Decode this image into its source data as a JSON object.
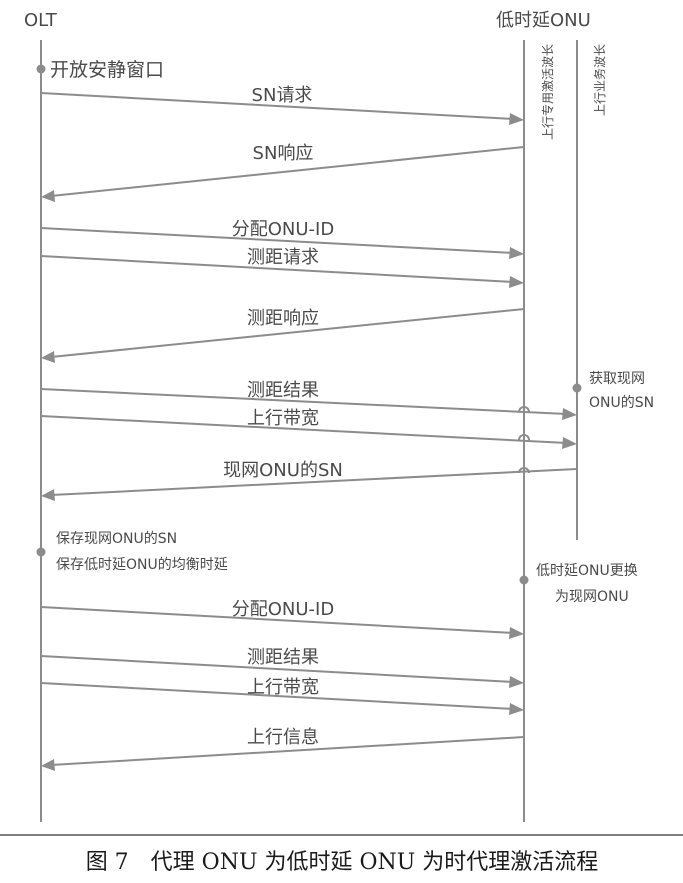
{
  "participants": {
    "olt": "OLT",
    "onu": "低时延ONU"
  },
  "wavelength_labels": {
    "activation": "上行专用激活波长",
    "service": "上行业务波长"
  },
  "messages": [
    {
      "label": "SN请求"
    },
    {
      "label": "SN响应"
    },
    {
      "label": "分配ONU-ID"
    },
    {
      "label": "测距请求"
    },
    {
      "label": "测距响应"
    },
    {
      "label": "测距结果"
    },
    {
      "label": "上行带宽"
    },
    {
      "label": "现网ONU的SN"
    },
    {
      "label": "分配ONU-ID"
    },
    {
      "label": "测距结果"
    },
    {
      "label": "上行带宽"
    },
    {
      "label": "上行信息"
    }
  ],
  "notes": {
    "open_window": "开放安静窗口",
    "get_sn_line1": "获取现网",
    "get_sn_line2": "ONU的SN",
    "save_line1": "保存现网ONU的SN",
    "save_line2": "保存低时延ONU的均衡时延",
    "replace_line1": "低时延ONU更换",
    "replace_line2": "为现网ONU"
  },
  "caption": "图 7　代理 ONU 为低时延 ONU 为时代理激活流程"
}
